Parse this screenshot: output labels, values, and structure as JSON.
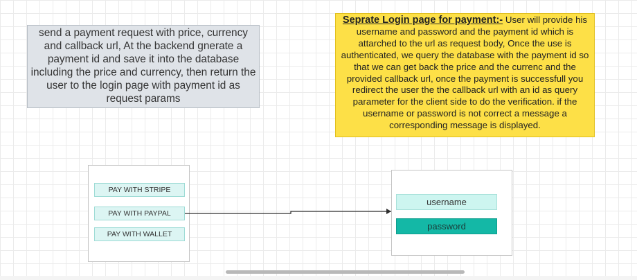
{
  "notes": {
    "gray": "send a payment request with price, currency and callback url, At the backend gnerate a payment id and save it into the database including the price and currency, then return the user to the login page with payment id as request params",
    "yellow_heading": "Seprate Login page for payment:-",
    "yellow_body": " User will provide his username and password and the payment id which is attarched to the url as request body, Once the use is authenticated, we query the database with the payment id so that we can get back the price and the currenc and the provided callback url, once the payment is successfull you redirect the user the the callback url with an id as query parameter for the client side to do the verification. if the username or password is not correct a message a corresponding message is displayed."
  },
  "payment_options": {
    "stripe": "PAY WITH STRIPE",
    "paypal": "PAY WITH PAYPAL",
    "wallet": "PAY WITH WALLET"
  },
  "login_form": {
    "username": "username",
    "password": "password"
  },
  "colors": {
    "note_gray": "#dfe3e8",
    "note_yellow": "#fde047",
    "button_fill": "#dcf5f3",
    "username_fill": "#cdf5f0",
    "password_fill": "#14b8a6"
  }
}
